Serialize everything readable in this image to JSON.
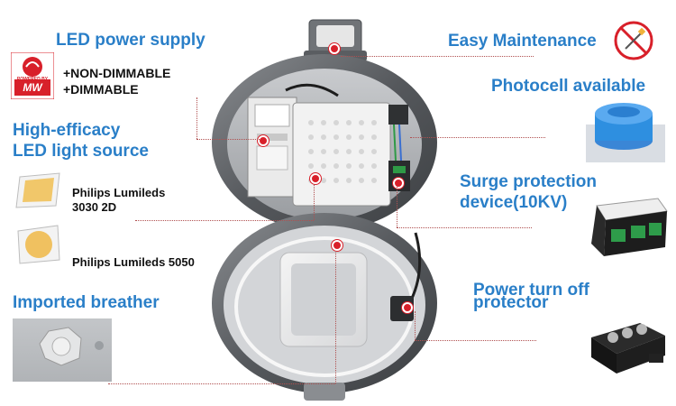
{
  "labels": {
    "led_power_supply": "LED power supply",
    "non_dimmable": "+NON-DIMMABLE",
    "dimmable": "+DIMMABLE",
    "high_efficacy_1": "High-efficacy",
    "high_efficacy_2": "LED light source",
    "lumileds_3030_1": "Philips Lumileds",
    "lumileds_3030_2": "3030 2D",
    "lumileds_5050": "Philips Lumileds 5050",
    "imported_breather": "Imported breather",
    "easy_maintenance": "Easy Maintenance",
    "photocell": "Photocell available",
    "surge_1": "Surge protection",
    "surge_2": "device(10KV)",
    "power_off_1": "Power turn off",
    "power_off_2": "protector"
  },
  "logo": {
    "brand": "MW",
    "tag": "POWERED BY"
  },
  "colors": {
    "title_blue": "#2a7fc8",
    "marker_red": "#d8202a",
    "housing_gray": "#6c6f73",
    "photocell_blue": "#2e8fe0"
  }
}
